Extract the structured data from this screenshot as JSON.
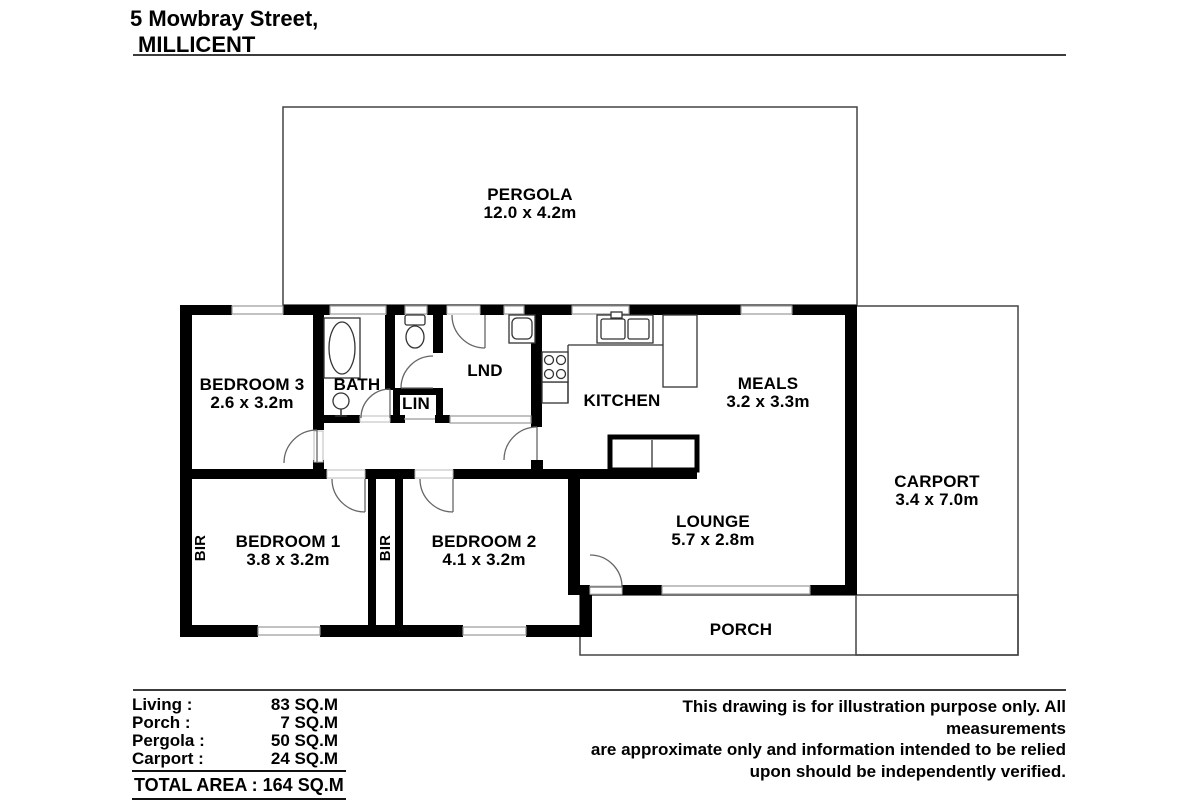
{
  "title": {
    "line1": "5 Mowbray Street,",
    "line2": "MILLICENT"
  },
  "rooms": {
    "pergola": {
      "name": "PERGOLA",
      "dims": "12.0 x 4.2m"
    },
    "bedroom3": {
      "name": "BEDROOM 3",
      "dims": "2.6 x 3.2m"
    },
    "bath": {
      "name": "BATH"
    },
    "lin": {
      "name": "LIN"
    },
    "lnd": {
      "name": "LND"
    },
    "kitchen": {
      "name": "KITCHEN"
    },
    "meals": {
      "name": "MEALS",
      "dims": "3.2 x 3.3m"
    },
    "carport": {
      "name": "CARPORT",
      "dims": "3.4 x 7.0m"
    },
    "bir_left": {
      "name": "BIR"
    },
    "bedroom1": {
      "name": "BEDROOM 1",
      "dims": "3.8 x 3.2m"
    },
    "bir_mid": {
      "name": "BIR"
    },
    "bedroom2": {
      "name": "BEDROOM 2",
      "dims": "4.1 x 3.2m"
    },
    "lounge": {
      "name": "LOUNGE",
      "dims": "5.7 x 2.8m"
    },
    "porch": {
      "name": "PORCH"
    }
  },
  "areas": {
    "rows": [
      {
        "label": "Living :",
        "value": "83 SQ.M"
      },
      {
        "label": "Porch :",
        "value": "7 SQ.M"
      },
      {
        "label": "Pergola :",
        "value": "50 SQ.M"
      },
      {
        "label": "Carport :",
        "value": "24 SQ.M"
      }
    ],
    "total": "TOTAL AREA : 164 SQ.M"
  },
  "disclaimer": {
    "line1": "This drawing is for illustration purpose only. All measurements",
    "line2": "are approximate only and information intended to be relied",
    "line3": "upon should be independently verified."
  },
  "colors": {
    "wall": "#000000",
    "window_line": "#999999",
    "outdoor_outline": "#444444",
    "background": "#ffffff",
    "text": "#000000"
  }
}
